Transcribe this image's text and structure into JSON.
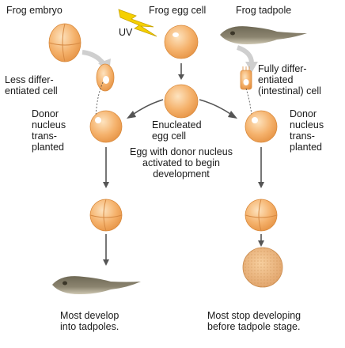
{
  "labels": {
    "frog_embryo": "Frog embryo",
    "frog_egg_cell": "Frog egg cell",
    "frog_tadpole": "Frog tadpole",
    "uv": "UV",
    "less_differentiated_cell": "Less differ-\nentiated cell",
    "fully_differentiated_cell": "Fully differ-\nentiated\n(intestinal) cell",
    "donor_left": "Donor\nnucleus\ntrans-\nplanted",
    "donor_right": "Donor\nnucleus\ntrans-\nplanted",
    "enucleated_egg_cell": "Enucleated\negg cell",
    "egg_with_donor_nucleus": "Egg with donor nucleus\nactivated to begin\ndevelopment",
    "most_develop": "Most develop\ninto tadpoles.",
    "most_stop_developing": "Most stop developing\nbefore tadpole stage."
  },
  "colors": {
    "cell_fill": "#f2a860",
    "cell_light": "#fde3bf",
    "cell_edge": "#d98a3c",
    "nucleus": "#ffffff",
    "arrow": "#5a5a5a",
    "light_arrow": "#c8c8c8",
    "uv_bolt": "#f5d000",
    "tadpole_body": "#7e7762",
    "tadpole_light": "#d2ccb8"
  }
}
